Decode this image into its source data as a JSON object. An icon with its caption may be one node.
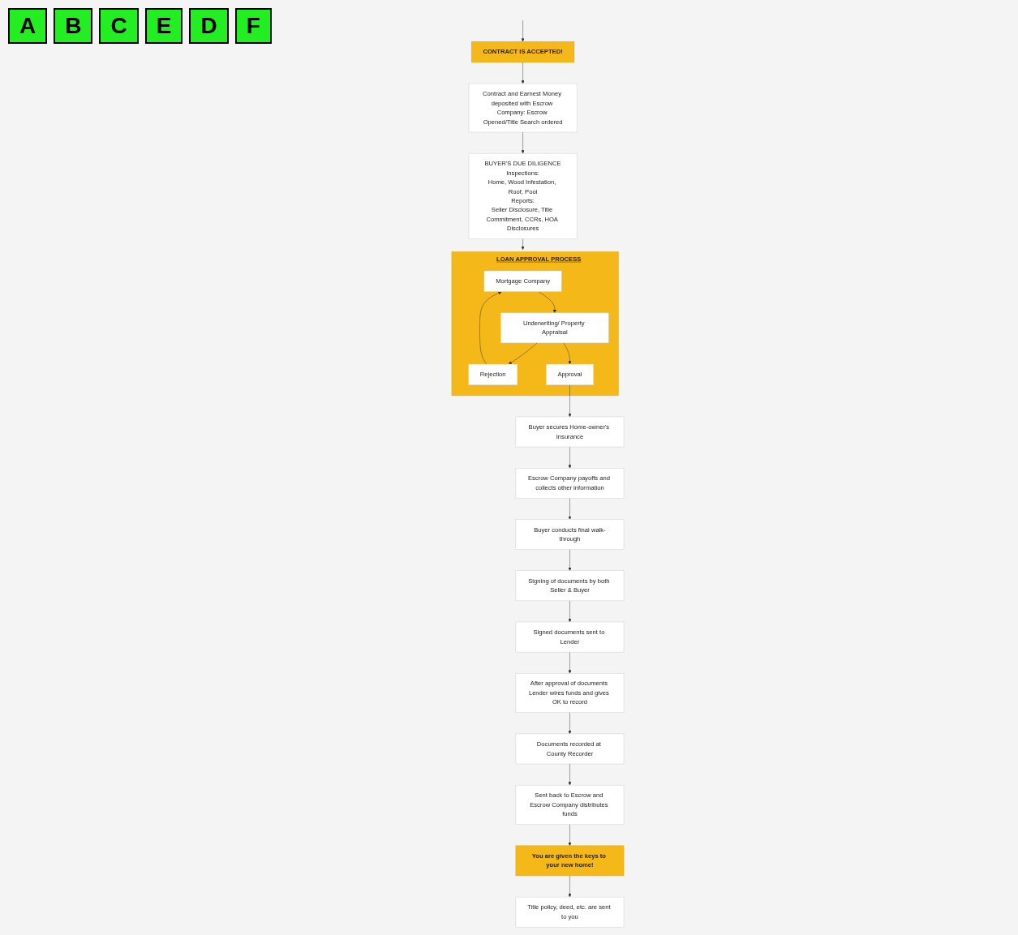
{
  "diagram": {
    "nodes": [
      {
        "text": [
          "CONTRACT IS ACCEPTED!"
        ]
      },
      {
        "text": [
          "Contract and Earnest Money deposited with Escrow Company: Escrow Opened/Title Search ordered"
        ]
      },
      {
        "text": [
          "BUYER'S DUE DILIGENCE",
          "Inspections:",
          "Home, Wood Infestation, Roof, Pool",
          "Reports:",
          "Seller Disclosure, Title Commitment, CCRs, HOA Disclosures"
        ]
      },
      {
        "text": [
          "LOAN APPROVAL PROCESS"
        ]
      },
      {
        "text": [
          "Mortgage Company"
        ],
        "in": 3
      },
      {
        "text": [
          "Rejection"
        ],
        "in": 3
      },
      {
        "text": [
          "Underwriting/ Property Appraisal"
        ],
        "in": 3
      },
      {
        "text": [
          "Approval"
        ],
        "in": 3
      },
      {
        "text": [
          "Buyer secures Home-owner's Insurance"
        ]
      },
      {
        "text": [
          "Escrow Company payoffs and collects other information"
        ]
      },
      {
        "text": [
          "Buyer conducts final walk-through"
        ]
      },
      {
        "text": [
          "Signing of documents by both Seller & Buyer"
        ]
      },
      {
        "text": [
          "Signed documents sent to Lender"
        ]
      },
      {
        "text": [
          "After approval of documents Lender wires funds and gives OK to record"
        ]
      },
      {
        "text": [
          "Documents recorded at County Recorder"
        ]
      },
      {
        "text": [
          "Sent back to Escrow and Escrow Company distributes funds"
        ]
      },
      {
        "text": [
          "You are given the keys to your new home!"
        ]
      },
      {
        "text": [
          "Title policy, deed, etc. are sent to you"
        ]
      }
    ],
    "edges": [
      {
        "from": null,
        "to": 0,
        "arrow": "to"
      },
      {
        "from": 0,
        "to": 1,
        "arrow": "to"
      },
      {
        "from": 1,
        "to": 2,
        "arrow": "to"
      },
      {
        "from": 2,
        "to": 3,
        "arrow": "to"
      },
      {
        "from": 4,
        "to": 6,
        "arrow": "to"
      },
      {
        "from": 6,
        "to": 5,
        "arrow": "to"
      },
      {
        "from": 5,
        "to": 4,
        "arrow": "to"
      },
      {
        "from": 6,
        "to": 7,
        "arrow": "to"
      },
      {
        "from": 7,
        "to": 8,
        "arrow": "to"
      },
      {
        "from": 8,
        "to": 9,
        "arrow": "to"
      },
      {
        "from": 9,
        "to": 10,
        "arrow": "to"
      },
      {
        "from": 10,
        "to": 11,
        "arrow": "to"
      },
      {
        "from": 11,
        "to": 12,
        "arrow": "to"
      },
      {
        "from": 12,
        "to": 13,
        "arrow": "to"
      },
      {
        "from": 13,
        "to": 14,
        "arrow": "to"
      },
      {
        "from": 14,
        "to": 15,
        "arrow": "to"
      },
      {
        "from": 15,
        "to": 16,
        "arrow": "to"
      },
      {
        "from": 16,
        "to": 17,
        "arrow": "to"
      }
    ],
    "labels": [
      "A",
      "B",
      "C",
      "E",
      "D",
      "F"
    ]
  }
}
